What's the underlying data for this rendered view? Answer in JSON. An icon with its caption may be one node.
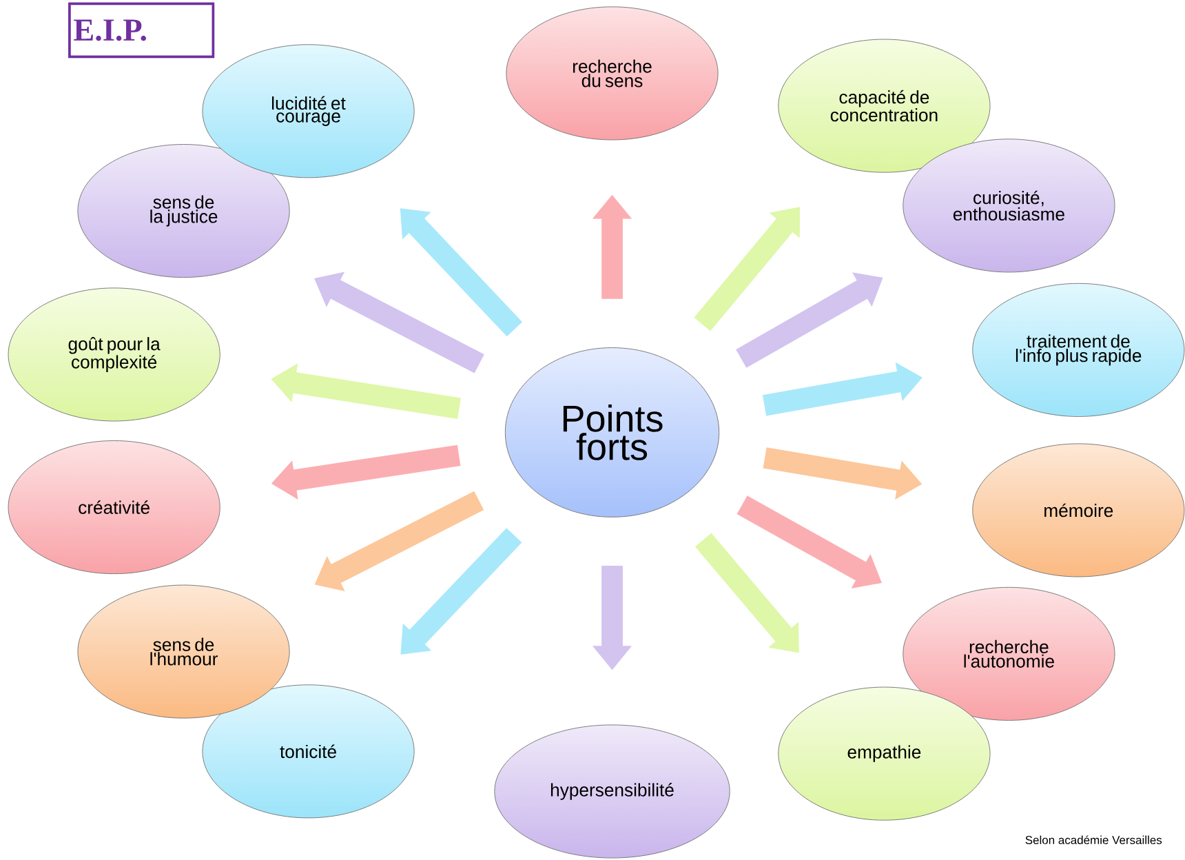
{
  "diagram": {
    "nodes": [
      {
        "text": [
          "E.I.P."
        ]
      },
      {
        "text": [
          "Points forts"
        ]
      },
      {
        "text": [
          "recherche du sens"
        ]
      },
      {
        "text": [
          "capacité de concentration"
        ]
      },
      {
        "text": [
          "curiosité, enthousiasme"
        ]
      },
      {
        "text": [
          "traitement de l'info plus rapide"
        ]
      },
      {
        "text": [
          "mémoire"
        ]
      },
      {
        "text": [
          "recherche l'autonomie"
        ]
      },
      {
        "text": [
          "empathie"
        ]
      },
      {
        "text": [
          "hypersensibilité"
        ]
      },
      {
        "text": [
          "tonicité"
        ]
      },
      {
        "text": [
          "sens de l'humour"
        ]
      },
      {
        "text": [
          "créativité"
        ]
      },
      {
        "text": [
          "goût pour la complexité"
        ]
      },
      {
        "text": [
          "sens de la justice"
        ]
      },
      {
        "text": [
          "lucidité et courage"
        ]
      }
    ],
    "edges": [
      {
        "from": 1,
        "to": 2,
        "arrow": "to",
        "color": "#fbaeb2"
      },
      {
        "from": 1,
        "to": 3,
        "arrow": "to",
        "color": "#dff7a8"
      },
      {
        "from": 1,
        "to": 4,
        "arrow": "to",
        "color": "#d2c3ef"
      },
      {
        "from": 1,
        "to": 5,
        "arrow": "to",
        "color": "#a8e8fb"
      },
      {
        "from": 1,
        "to": 6,
        "arrow": "to",
        "color": "#fcc79a"
      },
      {
        "from": 1,
        "to": 7,
        "arrow": "to",
        "color": "#fbaeb2"
      },
      {
        "from": 1,
        "to": 8,
        "arrow": "to",
        "color": "#dff7a8"
      },
      {
        "from": 1,
        "to": 9,
        "arrow": "to",
        "color": "#d2c3ef"
      },
      {
        "from": 1,
        "to": 10,
        "arrow": "to",
        "color": "#a8e8fb"
      },
      {
        "from": 1,
        "to": 11,
        "arrow": "to",
        "color": "#fcc79a"
      },
      {
        "from": 1,
        "to": 12,
        "arrow": "to",
        "color": "#fbaeb2"
      },
      {
        "from": 1,
        "to": 13,
        "arrow": "to",
        "color": "#dff7a8"
      },
      {
        "from": 1,
        "to": 14,
        "arrow": "to",
        "color": "#d2c3ef"
      },
      {
        "from": 1,
        "to": 15,
        "arrow": "to",
        "color": "#a8e8fb"
      }
    ],
    "labels": [
      "Selon académie Versailles"
    ]
  }
}
